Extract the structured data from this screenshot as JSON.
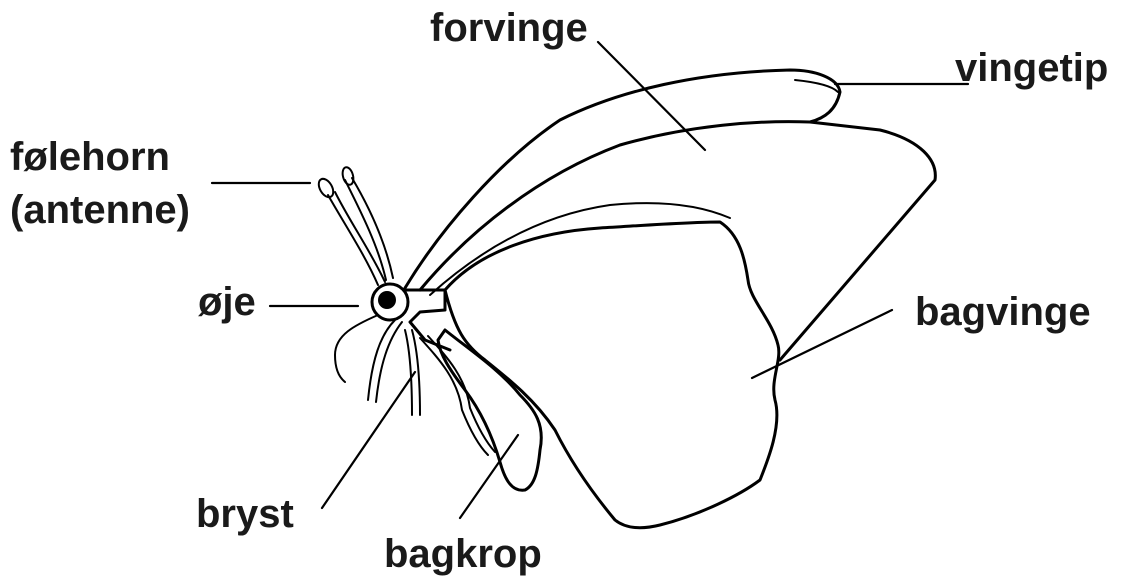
{
  "labels": {
    "forewing": "forvinge",
    "wingtip": "vingetip",
    "antenna_line1": "følehorn",
    "antenna_line2": "(antenne)",
    "eye": "øje",
    "hindwing": "bagvinge",
    "thorax": "bryst",
    "abdomen": "bagkrop"
  },
  "colors": {
    "background": "#ffffff",
    "ink": "#000000",
    "text": "#1a1a1a"
  }
}
